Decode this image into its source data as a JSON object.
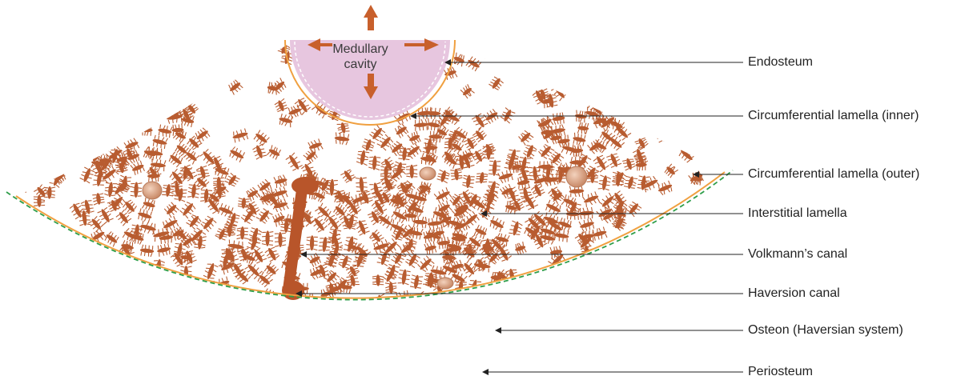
{
  "diagram": {
    "cavity_line1": "Medullary",
    "cavity_line2": "cavity",
    "labels": [
      "Endosteum",
      "Circumferential lamella (inner)",
      "Circumferential lamella (outer)",
      "Interstitial lamella",
      "Volkmann’s canal",
      "Haversion canal",
      "Osteon (Haversian system)",
      "Periosteum"
    ]
  },
  "colors": {
    "lacunae": "#b85c30",
    "canal": "#d9a081",
    "volkmann": "#b8552a",
    "cavity_fill": "#e7c6df",
    "periosteum_orange": "#f0a040",
    "periosteum_green": "#2e9e4a",
    "arrow": "#c8602c",
    "leader": "#222222"
  }
}
